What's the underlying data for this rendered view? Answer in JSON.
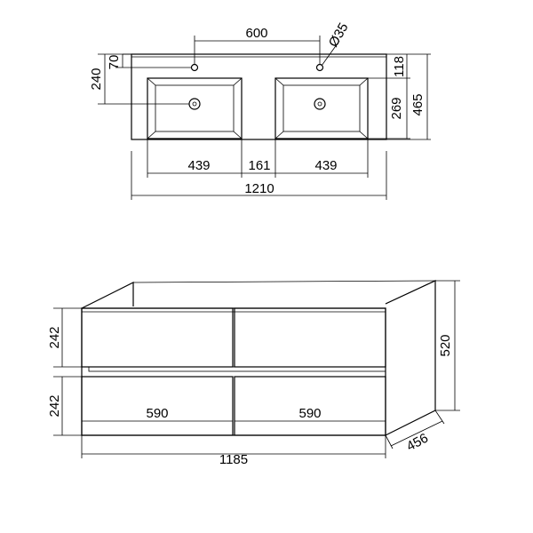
{
  "top_view": {
    "hole_spacing": "600",
    "hole_diameter": "Ø35",
    "hole_from_back": "70",
    "drain_from_back": "240",
    "back_to_basin": "118",
    "basin_depth": "269",
    "total_depth": "465",
    "basin_width_left": "439",
    "basin_gap": "161",
    "basin_width_right": "439",
    "total_width": "1210"
  },
  "front_view": {
    "drawer_height_top": "242",
    "drawer_height_bottom": "242",
    "total_height": "520",
    "drawer_width_left": "590",
    "drawer_width_right": "590",
    "total_width": "1185",
    "depth": "456"
  }
}
